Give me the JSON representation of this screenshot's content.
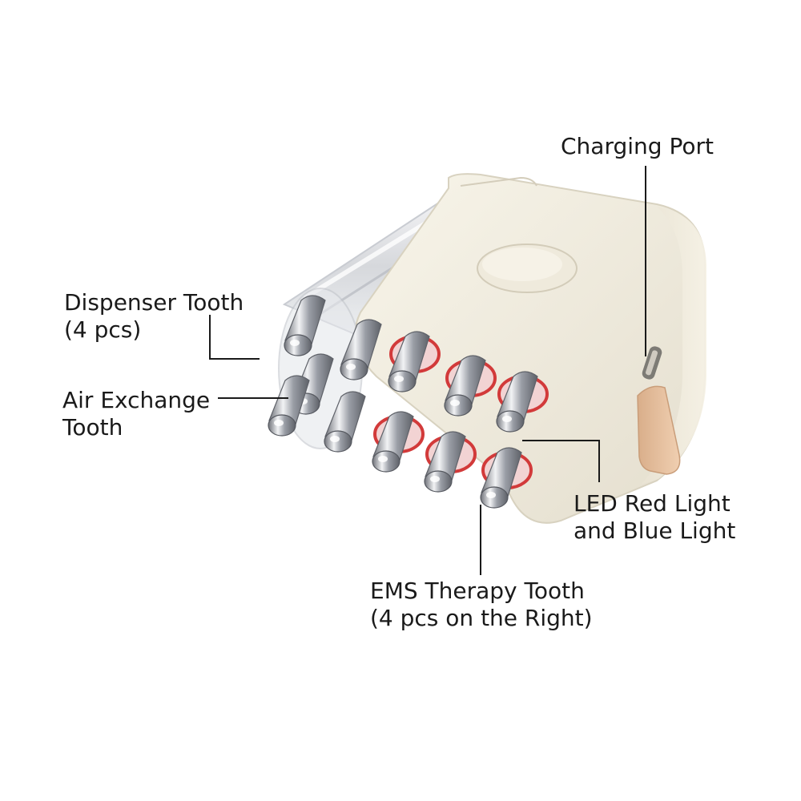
{
  "labels": {
    "charging_port": {
      "lines": [
        "Charging Port"
      ]
    },
    "dispenser_tooth": {
      "lines": [
        "Dispenser Tooth",
        "(4 pcs)"
      ]
    },
    "air_exchange_tooth": {
      "lines": [
        "Air Exchange",
        "Tooth"
      ]
    },
    "led_light": {
      "lines": [
        "LED Red Light",
        "and Blue Light"
      ]
    },
    "ems_tooth": {
      "lines": [
        "EMS Therapy Tooth",
        "(4 pcs on the Right)"
      ]
    }
  },
  "colors": {
    "body": "#f3efe2",
    "body_shade": "#e2dccb",
    "chrome": "#b9bcc2",
    "red_ring": "#d23a3a",
    "clip": "#e8c19f",
    "leader": "#1a1a1a"
  }
}
